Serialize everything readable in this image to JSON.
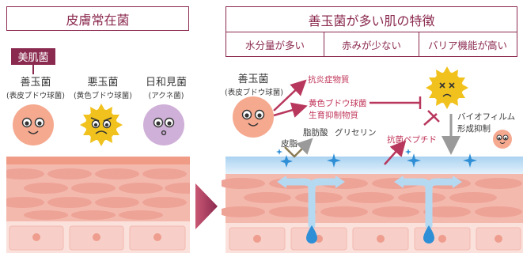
{
  "left": {
    "title": "皮膚常在菌",
    "badge": "美肌菌",
    "bacteria": [
      {
        "name": "善玉菌",
        "desc": "(表皮ブドウ球菌)",
        "color": "#f5a98f",
        "face": "happy"
      },
      {
        "name": "悪玉菌",
        "desc": "(黄色ブドウ球菌)",
        "color": "#f1c21e",
        "face": "angry"
      },
      {
        "name": "日和見菌",
        "desc": "(アクネ菌)",
        "color": "#cfb0d8",
        "face": "neutral"
      }
    ]
  },
  "right": {
    "title": "善玉菌が多い肌の特徴",
    "features": [
      "水分量が多い",
      "赤みが少ない",
      "バリア機能が高い"
    ],
    "good_name": "善玉菌",
    "good_desc": "(表皮ブドウ球菌)",
    "labels": {
      "anti_inflam": "抗炎症物質",
      "staph_inhib_1": "黄色ブドウ球菌",
      "staph_inhib_2": "生育抑制物質",
      "sebum": "皮脂",
      "fatty": "脂肪酸",
      "glycerin": "グリセリン",
      "peptide": "抗菌ペプチド",
      "biofilm_1": "バイオフィルム",
      "biofilm_2": "形成抑制"
    }
  },
  "colors": {
    "accent": "#8b2a4f",
    "arrow_red": "#b8375d",
    "skin": "#f3b5aa",
    "skin_dark": "#e98f84",
    "water_blue": "#2f8fd6"
  }
}
